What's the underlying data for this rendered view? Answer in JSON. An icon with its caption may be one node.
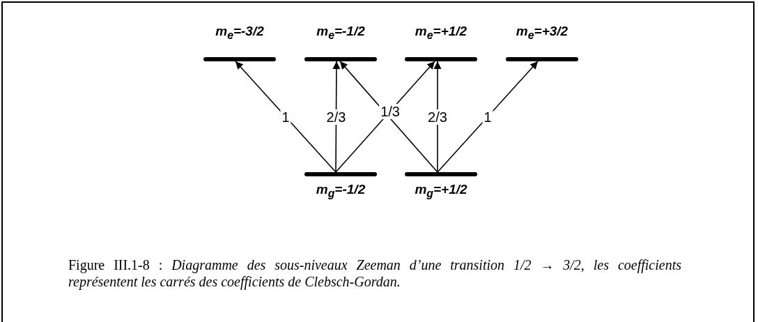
{
  "diagram": {
    "caption": "Figure III.1-8 : *Diagramme des sous-niveaux Zeeman d’une transition 1/2 → 3/2, les coefficients représentent les carrés des coefficients de Clebsch-Gordan.*",
    "nodes": [
      {
        "text": [
          "m$_{e}$=-3/2"
        ]
      },
      {
        "text": [
          "m$_{e}$=-1/2"
        ]
      },
      {
        "text": [
          "m$_{e}$=+1/2"
        ]
      },
      {
        "text": [
          "m$_{e}$=+3/2"
        ]
      },
      {
        "text": [
          "m$_{g}$=-1/2"
        ]
      },
      {
        "text": [
          "m$_{g}$=+1/2"
        ]
      }
    ],
    "edges": [
      {
        "from": 4,
        "to": 0,
        "arrow": "to",
        "label": "1"
      },
      {
        "from": 4,
        "to": 1,
        "arrow": "to",
        "label": "2/3"
      },
      {
        "from": 4,
        "to": 2,
        "arrow": "to",
        "label": "1/3"
      },
      {
        "from": 5,
        "to": 1,
        "arrow": "to"
      },
      {
        "from": 5,
        "to": 2,
        "arrow": "to",
        "label": "2/3"
      },
      {
        "from": 5,
        "to": 3,
        "arrow": "to",
        "label": "1"
      }
    ]
  }
}
